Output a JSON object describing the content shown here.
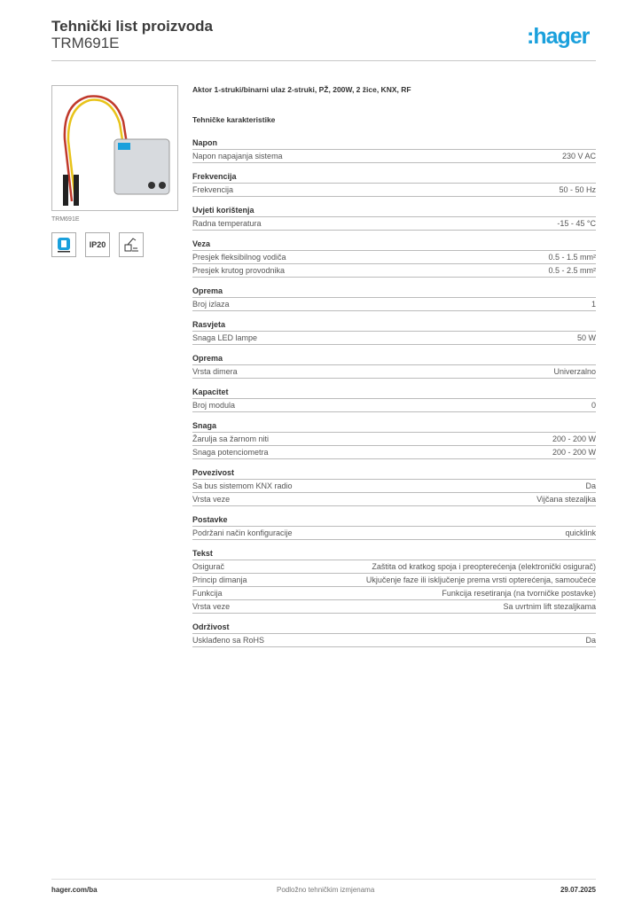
{
  "header": {
    "title": "Tehnički list proizvoda",
    "product_code": "TRM691E",
    "logo": ":hager"
  },
  "product": {
    "image_label": "TRM691E",
    "description": "Aktor 1-struki/binarni ulaz 2-struki, PŽ, 200W, 2 žice, KNX, RF",
    "badges": [
      {
        "icon": "quicklink-icon",
        "text": ""
      },
      {
        "icon": "ip-rating",
        "text": "IP20"
      },
      {
        "icon": "installation-icon",
        "text": ""
      }
    ]
  },
  "spec_title": "Tehničke karakteristike",
  "sections": [
    {
      "title": "Napon",
      "rows": [
        [
          "Napon napajanja sistema",
          "230 V AC"
        ]
      ]
    },
    {
      "title": "Frekvencija",
      "rows": [
        [
          "Frekvencija",
          "50 - 50 Hz"
        ]
      ]
    },
    {
      "title": "Uvjeti korištenja",
      "rows": [
        [
          "Radna temperatura",
          "-15 - 45 °C"
        ]
      ]
    },
    {
      "title": "Veza",
      "rows": [
        [
          "Presjek fleksibilnog vodiča",
          "0.5 - 1.5 mm²"
        ],
        [
          "Presjek krutog provodnika",
          "0.5 - 2.5 mm²"
        ]
      ]
    },
    {
      "title": "Oprema",
      "rows": [
        [
          "Broj izlaza",
          "1"
        ]
      ]
    },
    {
      "title": "Rasvjeta",
      "rows": [
        [
          "Snaga LED lampe",
          "50 W"
        ]
      ]
    },
    {
      "title": "Oprema",
      "rows": [
        [
          "Vrsta dimera",
          "Univerzalno"
        ]
      ]
    },
    {
      "title": "Kapacitet",
      "rows": [
        [
          "Broj modula",
          "0"
        ]
      ]
    },
    {
      "title": "Snaga",
      "rows": [
        [
          "Žarulja sa žarnom niti",
          "200 - 200 W"
        ],
        [
          "Snaga potenciometra",
          "200 - 200 W"
        ]
      ]
    },
    {
      "title": "Povezivost",
      "rows": [
        [
          "Sa bus sistemom KNX radio",
          "Da"
        ],
        [
          "Vrsta veze",
          "Vijčana stezaljka"
        ]
      ]
    },
    {
      "title": "Postavke",
      "rows": [
        [
          "Podržani način konfiguracije",
          "quicklink"
        ]
      ]
    },
    {
      "title": "Tekst",
      "rows": [
        [
          "Osigurač",
          "Zaštita od kratkog spoja i preopterećenja (elektronički osigurač)"
        ],
        [
          "Princip dimanja",
          "Ukjučenje faze ili isključenje prema vrsti opterećenja, samoučeće"
        ],
        [
          "Funkcija",
          "Funkcija resetiranja (na tvorničke postavke)"
        ],
        [
          "Vrsta veze",
          "Sa uvrtnim lift stezaljkama"
        ]
      ]
    },
    {
      "title": "Održivost",
      "rows": [
        [
          "Usklađeno sa RoHS",
          "Da"
        ]
      ]
    }
  ],
  "footer": {
    "website": "hager.com/ba",
    "note": "Podložno tehničkim izmjenama",
    "date": "29.07.2025"
  },
  "colors": {
    "brand": "#1aa0dc"
  }
}
